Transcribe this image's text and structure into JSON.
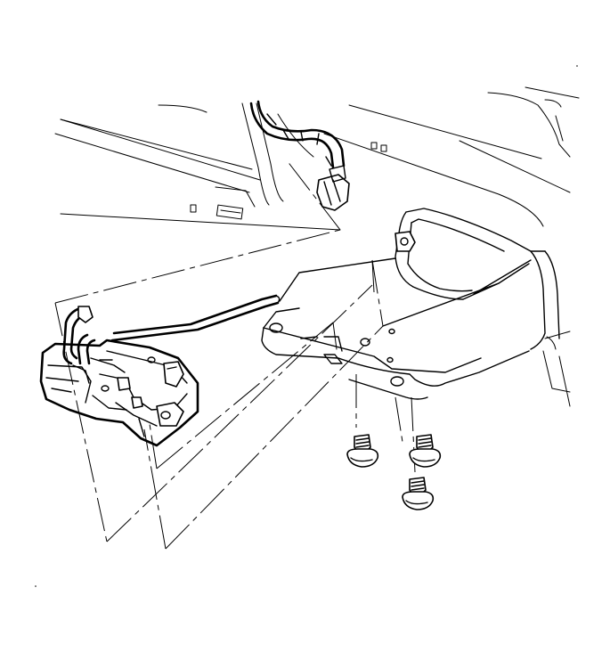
{
  "diagram": {
    "colors": {
      "line": "#000000",
      "background": "#ffffff"
    },
    "parts": [
      {
        "id": "door-panel",
        "name": "door-inner-panel"
      },
      {
        "id": "harness",
        "name": "wiring-harness-connector"
      },
      {
        "id": "bracket",
        "name": "mounting-bracket"
      },
      {
        "id": "latch",
        "name": "door-latch-assembly"
      },
      {
        "id": "rod",
        "name": "actuator-rod"
      },
      {
        "id": "bolt-1",
        "name": "bolt"
      },
      {
        "id": "bolt-2",
        "name": "bolt"
      },
      {
        "id": "bolt-3",
        "name": "bolt"
      }
    ]
  }
}
